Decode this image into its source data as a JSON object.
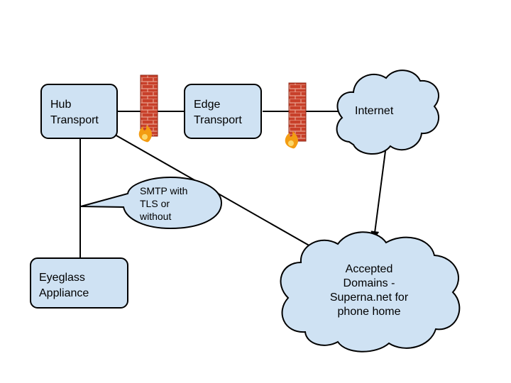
{
  "colors": {
    "node_fill": "#cfe2f3",
    "stroke": "#000000",
    "brick": "#c8402a",
    "flame": "#f39c12"
  },
  "nodes": {
    "hub_transport": {
      "line1": "Hub",
      "line2": "Transport"
    },
    "edge_transport": {
      "line1": "Edge",
      "line2": "Transport"
    },
    "eyeglass_appliance": {
      "line1": "Eyeglass",
      "line2": "Appliance"
    },
    "internet": {
      "label": "Internet"
    },
    "accepted_domains": {
      "line1": "Accepted",
      "line2": "Domains -",
      "line3": "Superna.net for",
      "line4": "phone home"
    }
  },
  "callout": {
    "line1": "SMTP with",
    "line2": "TLS or",
    "line3": "without"
  },
  "icons": [
    "firewall-icon",
    "firewall-icon"
  ]
}
